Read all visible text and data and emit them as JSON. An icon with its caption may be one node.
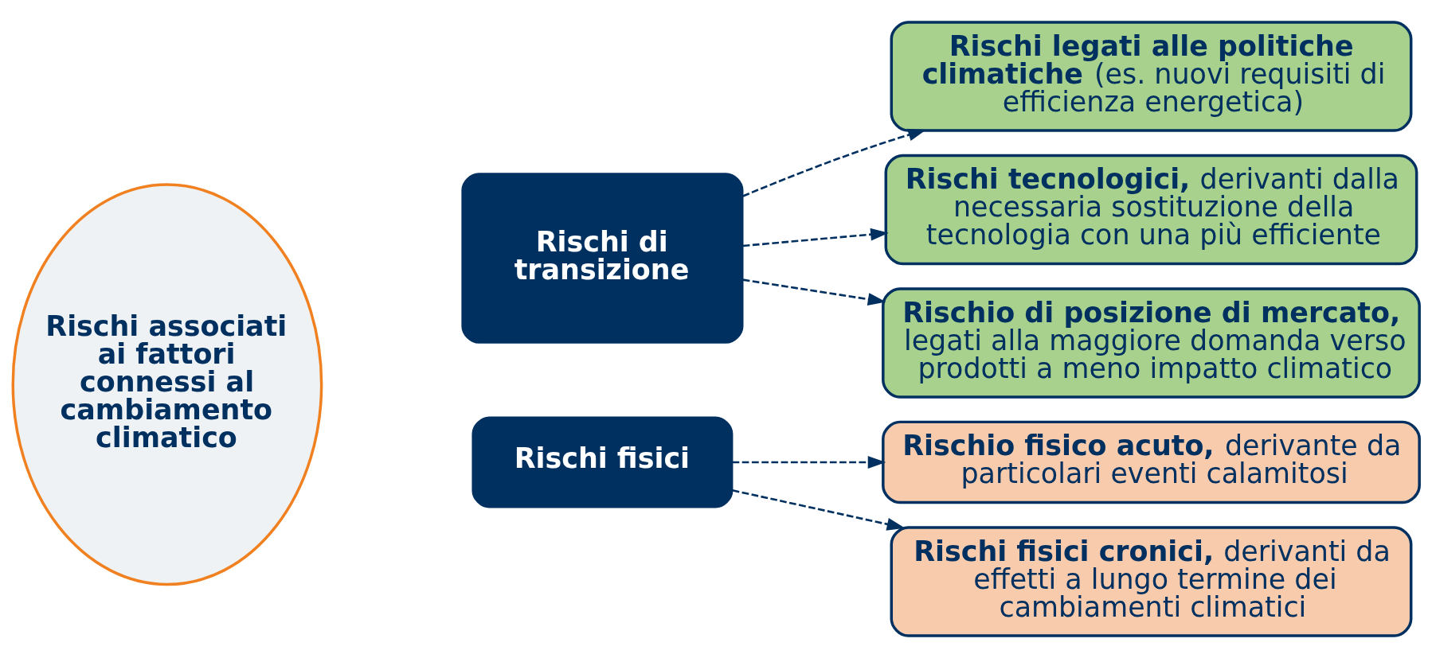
{
  "diagram": {
    "nodes": [
      {
        "text": [
          "Rischi associati ai fattori connessi al cambiamento climatico"
        ]
      },
      {
        "text": [
          "Rischi di transizione"
        ]
      },
      {
        "text": [
          "Rischi fisici"
        ]
      },
      {
        "text": [
          "**Rischi legati alle politiche climatiche** (es. nuovi requisiti di efficienza energetica)"
        ]
      },
      {
        "text": [
          "**Rischi tecnologici,** derivanti dalla necessaria sostituzione della tecnologia con una più efficiente"
        ]
      },
      {
        "text": [
          "**Rischio di posizione di mercato,** legati alla maggiore domanda verso prodotti a meno impatto climatico"
        ]
      },
      {
        "text": [
          "**Rischio fisico acuto,** derivante da particolari eventi calamitosi"
        ]
      },
      {
        "text": [
          "**Rischi fisici cronici,** derivanti da effetti a lungo termine dei cambiamenti climatici"
        ]
      }
    ],
    "edges": [
      {
        "from": 1,
        "to": 3,
        "arrow": "to",
        "style": "dashed"
      },
      {
        "from": 1,
        "to": 4,
        "arrow": "to",
        "style": "dashed"
      },
      {
        "from": 1,
        "to": 5,
        "arrow": "to",
        "style": "dashed"
      },
      {
        "from": 2,
        "to": 6,
        "arrow": "to",
        "style": "dashed"
      },
      {
        "from": 2,
        "to": 7,
        "arrow": "to",
        "style": "dashed"
      }
    ]
  }
}
